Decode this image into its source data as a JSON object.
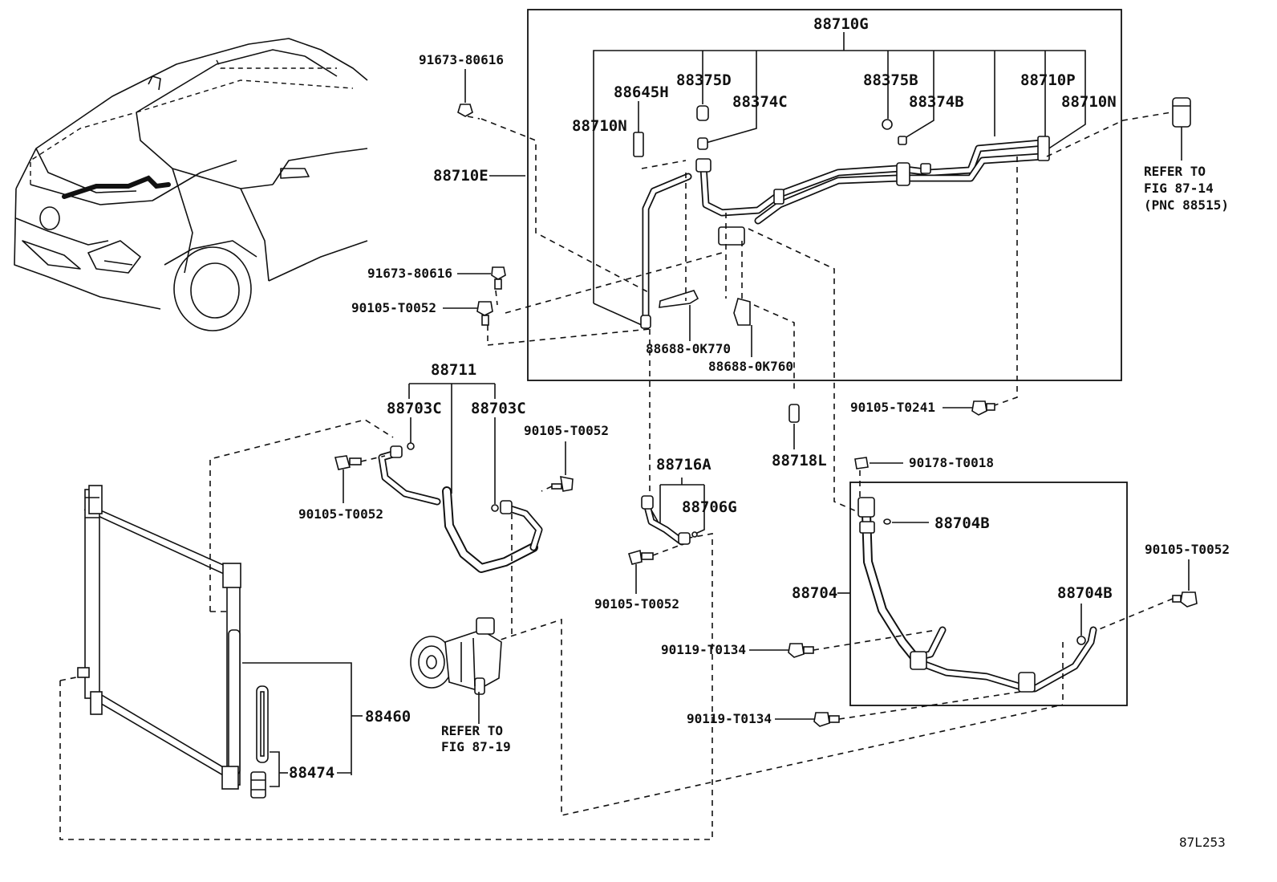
{
  "diagram_id": "87L253",
  "labels": {
    "p88710G": "88710G",
    "p88375D": "88375D",
    "p88375B": "88375B",
    "p88710P": "88710P",
    "p88645H": "88645H",
    "p88374C": "88374C",
    "p88374B": "88374B",
    "p88710N_left": "88710N",
    "p88710N_right": "88710N",
    "p88710E": "88710E",
    "p91673_top": "91673-80616",
    "p91673_mid": "91673-80616",
    "p90105_T0052_mid": "90105-T0052",
    "p88688_0K770": "88688-0K770",
    "p88688_0K760": "88688-0K760",
    "p88711": "88711",
    "p88703C_left": "88703C",
    "p88703C_right": "88703C",
    "p90105_T0052_a": "90105-T0052",
    "p90105_T0052_b": "90105-T0052",
    "p90105_T0241": "90105-T0241",
    "p88718L": "88718L",
    "p90178_T0018": "90178-T0018",
    "p88716A": "88716A",
    "p88706G": "88706G",
    "p88704B_top": "88704B",
    "p90105_T0052_c": "90105-T0052",
    "p90105_T0052_right": "90105-T0052",
    "p88704": "88704",
    "p88704B_right": "88704B",
    "p90119_T0134_a": "90119-T0134",
    "p90119_T0134_b": "90119-T0134",
    "p88460": "88460",
    "p88474": "88474"
  },
  "refs": {
    "fig87_14_line1": "REFER TO",
    "fig87_14_line2": "FIG 87-14",
    "fig87_14_line3": "(PNC 88515)",
    "fig87_19_line1": "REFER TO",
    "fig87_19_line2": "FIG 87-19"
  }
}
